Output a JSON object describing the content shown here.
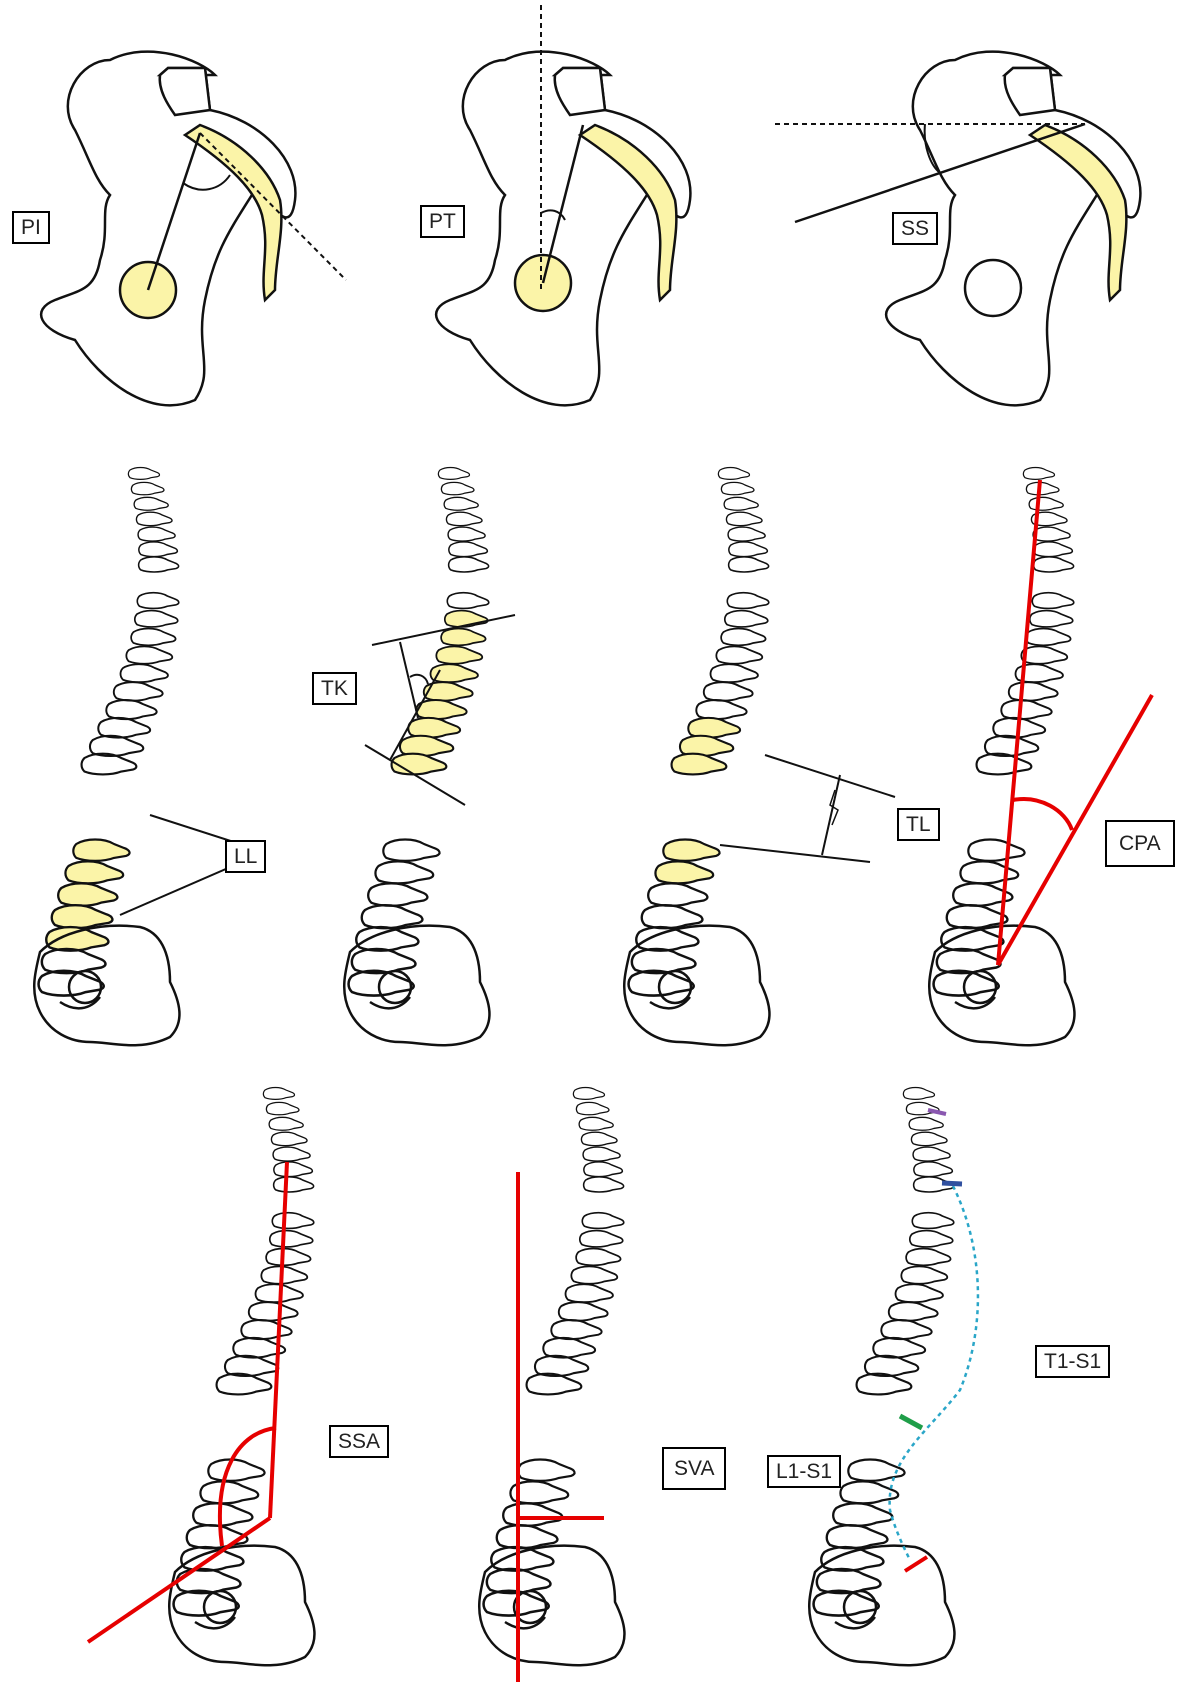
{
  "labels": {
    "pi": "PI",
    "pt": "PT",
    "ss": "SS",
    "ll": "LL",
    "tk": "TK",
    "tl": "TL",
    "cpa": "CPA",
    "ssa": "SSA",
    "sva": "SVA",
    "l1s1": "L1-S1",
    "t1s1": "T1-S1"
  },
  "colors": {
    "outline": "#111111",
    "highlight": "#fbf4a8",
    "measure_line": "#e60000",
    "curve_dashed": "#2aa6c8",
    "marker_t1": "#2f4f9f",
    "marker_c2": "#8a58b0",
    "marker_l1": "#1f9e49",
    "marker_s1": "#e60000"
  },
  "icons": {
    "pelvis": "pelvis-outline-icon",
    "spine": "sagittal-spine-icon"
  }
}
